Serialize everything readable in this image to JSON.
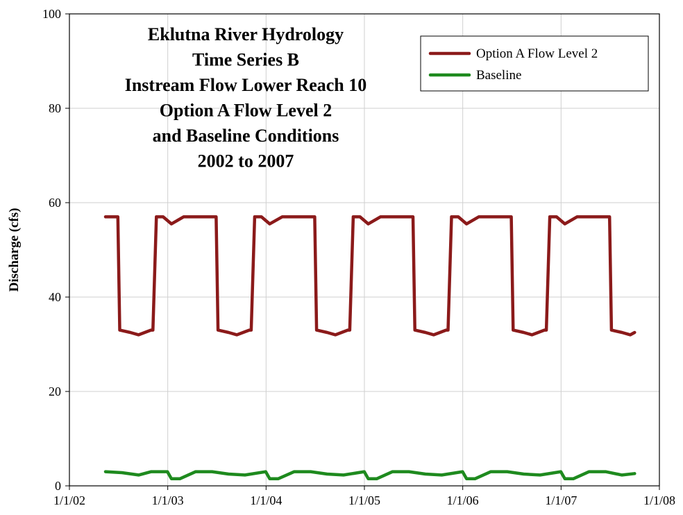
{
  "chart_data": {
    "type": "line",
    "title_lines": [
      "Eklutna River Hydrology",
      "Time Series B",
      "Instream Flow Lower Reach 10",
      "Option A Flow Level 2",
      "and Baseline Conditions",
      "2002 to 2007"
    ],
    "xlabel": "",
    "ylabel": "Discharge (cfs)",
    "xlim": [
      "2002-01-01",
      "2008-01-01"
    ],
    "ylim": [
      0,
      100
    ],
    "x_ticks": [
      "1/1/02",
      "1/1/03",
      "1/1/04",
      "1/1/05",
      "1/1/06",
      "1/1/07",
      "1/1/08"
    ],
    "y_ticks": [
      0,
      20,
      40,
      60,
      80,
      100
    ],
    "grid": true,
    "legend_position": "top-right",
    "series": [
      {
        "name": "Option A Flow Level 2",
        "color": "#8b1a1a",
        "x": [
          "2002-05-15",
          "2002-06-30",
          "2002-07-07",
          "2002-08-15",
          "2002-09-15",
          "2002-10-31",
          "2002-11-07",
          "2002-11-20",
          "2002-12-15",
          "2003-01-15",
          "2003-03-01",
          "2003-06-15",
          "2003-06-30",
          "2003-07-07",
          "2003-08-15",
          "2003-09-15",
          "2003-10-31",
          "2003-11-07",
          "2003-11-20",
          "2003-12-15",
          "2004-01-15",
          "2004-03-01",
          "2004-06-15",
          "2004-06-30",
          "2004-07-07",
          "2004-08-15",
          "2004-09-15",
          "2004-10-31",
          "2004-11-07",
          "2004-11-20",
          "2004-12-15",
          "2005-01-15",
          "2005-03-01",
          "2005-06-15",
          "2005-06-30",
          "2005-07-07",
          "2005-08-15",
          "2005-09-15",
          "2005-10-31",
          "2005-11-07",
          "2005-11-20",
          "2005-12-15",
          "2006-01-15",
          "2006-03-01",
          "2006-06-15",
          "2006-06-30",
          "2006-07-07",
          "2006-08-15",
          "2006-09-15",
          "2006-10-31",
          "2006-11-07",
          "2006-11-20",
          "2006-12-15",
          "2007-01-15",
          "2007-03-01",
          "2007-06-15",
          "2007-06-30",
          "2007-07-07",
          "2007-08-15",
          "2007-09-15",
          "2007-10-01"
        ],
        "y": [
          57,
          57,
          33,
          32.5,
          32,
          33,
          33,
          57,
          57,
          55.5,
          57,
          57,
          57,
          33,
          32.5,
          32,
          33,
          33,
          57,
          57,
          55.5,
          57,
          57,
          57,
          33,
          32.5,
          32,
          33,
          33,
          57,
          57,
          55.5,
          57,
          57,
          57,
          33,
          32.5,
          32,
          33,
          33,
          57,
          57,
          55.5,
          57,
          57,
          57,
          33,
          32.5,
          32,
          33,
          33,
          57,
          57,
          55.5,
          57,
          57,
          57,
          33,
          32.5,
          32,
          32.5
        ]
      },
      {
        "name": "Baseline",
        "color": "#1e8a1e",
        "x": [
          "2002-05-15",
          "2002-07-15",
          "2002-09-15",
          "2002-11-01",
          "2002-12-31",
          "2003-01-15",
          "2003-02-15",
          "2003-04-15",
          "2003-06-15",
          "2003-08-15",
          "2003-10-15",
          "2003-12-31",
          "2004-01-15",
          "2004-02-15",
          "2004-04-15",
          "2004-06-15",
          "2004-08-15",
          "2004-10-15",
          "2004-12-31",
          "2005-01-15",
          "2005-02-15",
          "2005-04-15",
          "2005-06-15",
          "2005-08-15",
          "2005-10-15",
          "2005-12-31",
          "2006-01-15",
          "2006-02-15",
          "2006-04-15",
          "2006-06-15",
          "2006-08-15",
          "2006-10-15",
          "2006-12-31",
          "2007-01-15",
          "2007-02-15",
          "2007-04-15",
          "2007-06-15",
          "2007-08-15",
          "2007-10-01"
        ],
        "y": [
          3,
          2.8,
          2.3,
          3,
          3,
          1.5,
          1.5,
          3,
          3,
          2.5,
          2.3,
          3,
          1.5,
          1.5,
          3,
          3,
          2.5,
          2.3,
          3,
          1.5,
          1.5,
          3,
          3,
          2.5,
          2.3,
          3,
          1.5,
          1.5,
          3,
          3,
          2.5,
          2.3,
          3,
          1.5,
          1.5,
          3,
          3,
          2.3,
          2.6
        ]
      }
    ]
  }
}
